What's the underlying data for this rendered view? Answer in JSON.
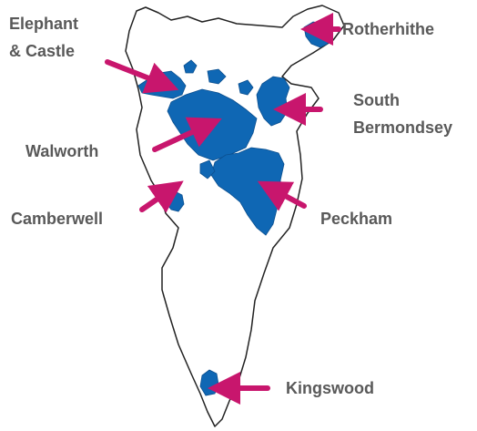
{
  "colors": {
    "background": "#ffffff",
    "boundary_stroke": "#222222",
    "highlight_fill": "#0f67b4",
    "highlight_stroke": "#0b4f8f",
    "arrow": "#c8166d",
    "label_text": "#595959"
  },
  "labels": {
    "elephant_line1": "Elephant",
    "elephant_line2": "& Castle",
    "rotherhithe": "Rotherhithe",
    "south_line1": "South",
    "south_line2": "Bermondsey",
    "walworth": "Walworth",
    "camberwell": "Camberwell",
    "peckham": "Peckham",
    "kingswood": "Kingswood"
  }
}
